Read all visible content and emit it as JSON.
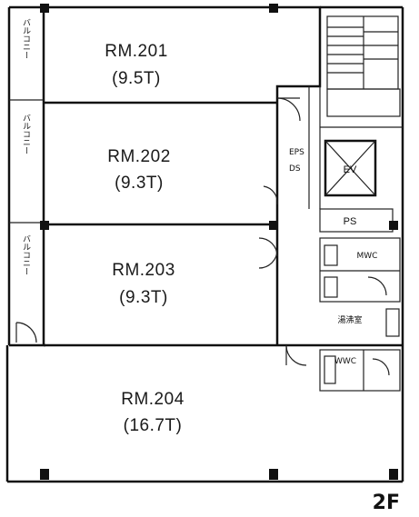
{
  "floor": {
    "label": "2F"
  },
  "rooms": [
    {
      "id": "rm201",
      "name": "RM.201",
      "size": "(9.5T)"
    },
    {
      "id": "rm202",
      "name": "RM.202",
      "size": "(9.3T)"
    },
    {
      "id": "rm203",
      "name": "RM.203",
      "size": "(9.3T)"
    },
    {
      "id": "rm204",
      "name": "RM.204",
      "size": "(16.7T)"
    }
  ],
  "balconies": [
    {
      "label": "バルコニー"
    },
    {
      "label": "バルコニー"
    },
    {
      "label": "バルコニー"
    }
  ],
  "facilities": {
    "ev": "EV",
    "ps": "PS",
    "mwc": "MWC",
    "wwc": "WWC",
    "ds": "DS",
    "eps": "EPS",
    "kyutoshitsu": "湯沸室"
  }
}
